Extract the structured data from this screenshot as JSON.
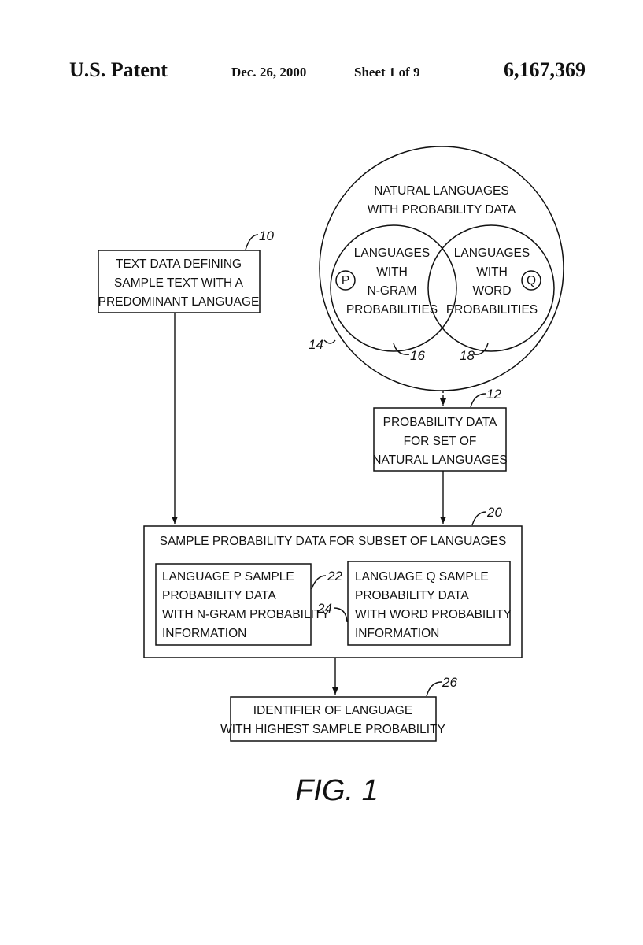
{
  "header": {
    "patent": "U.S. Patent",
    "date": "Dec. 26, 2000",
    "sheet": "Sheet 1 of 9",
    "number": "6,167,369"
  },
  "diagram": {
    "text_box": {
      "ref": "10",
      "lines": [
        "TEXT DATA DEFINING",
        "SAMPLE TEXT WITH A",
        "PREDOMINANT LANGUAGE"
      ]
    },
    "outer_circle": {
      "ref": "14",
      "lines": [
        "NATURAL LANGUAGES",
        "WITH PROBABILITY DATA"
      ]
    },
    "circle_p": {
      "ref": "16",
      "marker": "P",
      "lines": [
        "LANGUAGES",
        "WITH",
        "N-GRAM",
        "PROBABILITIES"
      ]
    },
    "circle_q": {
      "ref": "18",
      "marker": "Q",
      "lines": [
        "LANGUAGES",
        "WITH",
        "WORD",
        "PROBABILITIES"
      ]
    },
    "prob_box": {
      "ref": "12",
      "lines": [
        "PROBABILITY DATA",
        "FOR SET OF",
        "NATURAL LANGUAGES"
      ]
    },
    "sample_box": {
      "ref": "20",
      "title": "SAMPLE PROBABILITY DATA FOR SUBSET OF LANGUAGES"
    },
    "p_sample": {
      "ref": "22",
      "lines": [
        "LANGUAGE P SAMPLE",
        "PROBABILITY DATA",
        "WITH N-GRAM PROBABILITY",
        "INFORMATION"
      ]
    },
    "q_sample": {
      "ref": "24",
      "lines": [
        "LANGUAGE Q SAMPLE",
        "PROBABILITY DATA",
        "WITH WORD PROBABILITY",
        "INFORMATION"
      ]
    },
    "identifier_box": {
      "ref": "26",
      "lines": [
        "IDENTIFIER OF LANGUAGE",
        "WITH HIGHEST SAMPLE PROBABILITY"
      ]
    },
    "caption": "FIG. 1"
  }
}
